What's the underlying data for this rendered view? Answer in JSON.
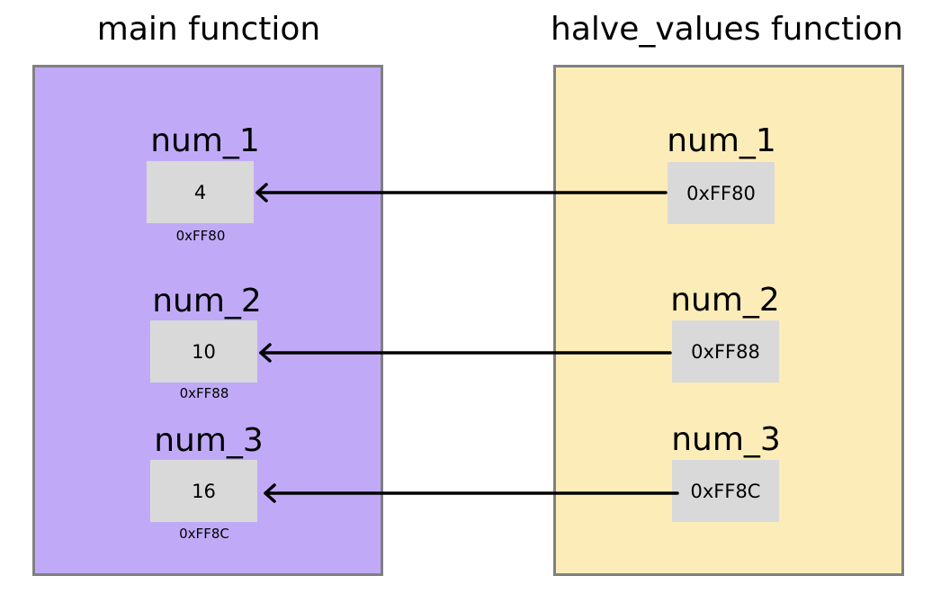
{
  "main": {
    "title": "main function",
    "color": "#c0aaf8",
    "vars": [
      {
        "name": "num_1",
        "value": "4",
        "address": "0xFF80"
      },
      {
        "name": "num_2",
        "value": "10",
        "address": "0xFF88"
      },
      {
        "name": "num_3",
        "value": "16",
        "address": "0xFF8C"
      }
    ]
  },
  "halve": {
    "title": "halve_values function",
    "color": "#fcedb8",
    "vars": [
      {
        "name": "num_1",
        "value": "0xFF80"
      },
      {
        "name": "num_2",
        "value": "0xFF88"
      },
      {
        "name": "num_3",
        "value": "0xFF8C"
      }
    ]
  }
}
